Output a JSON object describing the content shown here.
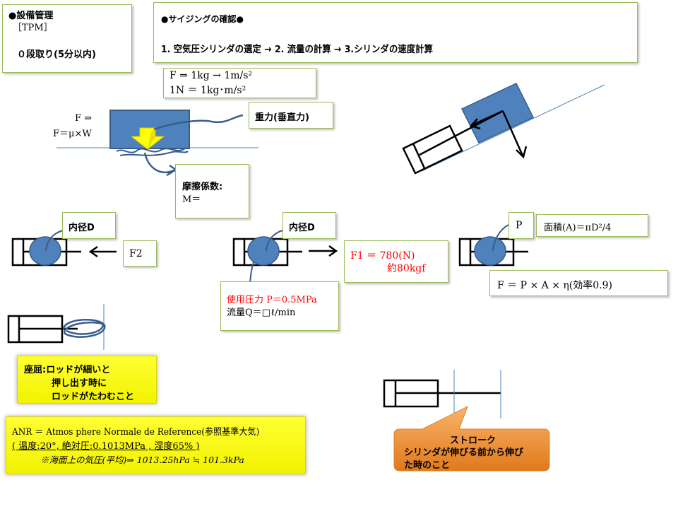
{
  "tpm_box": {
    "title": "●設備管理",
    "subtitle": "［TPM］",
    "item": "０段取り(5分以内)"
  },
  "sizing_box": {
    "title": "●サイジングの確認●",
    "steps": "1. 空気圧シリンダの選定 → 2. 流量の計算 → 3.シリンダの速度計算"
  },
  "unit_box": {
    "line1": "F ⇒ 1kg → 1m/s²",
    "line2": "1N ＝ 1kg･m/s²"
  },
  "friction_diagram": {
    "label_f": "F ⇒",
    "formula": "F＝μ×W",
    "gravity_label": "重力(垂直力)",
    "friction_label": "摩擦係数:",
    "friction_value": "M＝"
  },
  "cylinder_left": {
    "bore_label": "内径D",
    "force_label": "F2"
  },
  "cylinder_center": {
    "bore_label": "内径D",
    "force_line1": "F1 ＝ 780(N)",
    "force_line2": "約80kgf",
    "pressure_label": "使用圧力 P＝0.5MPa",
    "flow_label": "流量Q＝□ℓ/min"
  },
  "cylinder_right": {
    "pressure_label": "P",
    "area_formula": "面積(A)＝πD²/4",
    "force_formula": "F ＝ P × A × η(効率0.9)"
  },
  "buckling_note": {
    "line1": "座屈:ロッドが細いと",
    "line2": "押し出す時に",
    "line3": "ロッドがたわむこと"
  },
  "anr_note": {
    "line1": "ANR ＝ Atmos phere Normale de Reference(参照基準大気)",
    "line2": "( 温度:20°, 絶対圧:0.1013MPa , 湿度65% )",
    "line3": "※海面上の気圧(平均)⇒ 1013.25hPa ≒ 101.3kPa"
  },
  "stroke_callout": {
    "title": "ストローク",
    "body_line1": "シリンダが伸びる前から伸び",
    "body_line2": "た時のこと"
  },
  "colors": {
    "box_border": "#9bbb59",
    "block_fill": "#4f81bd",
    "block_stroke": "#385d8a",
    "arrow_yellow": "#ffff00",
    "note_yellow": "#ffff00",
    "callout_orange": "#f79646",
    "red_text": "#ff0000"
  }
}
